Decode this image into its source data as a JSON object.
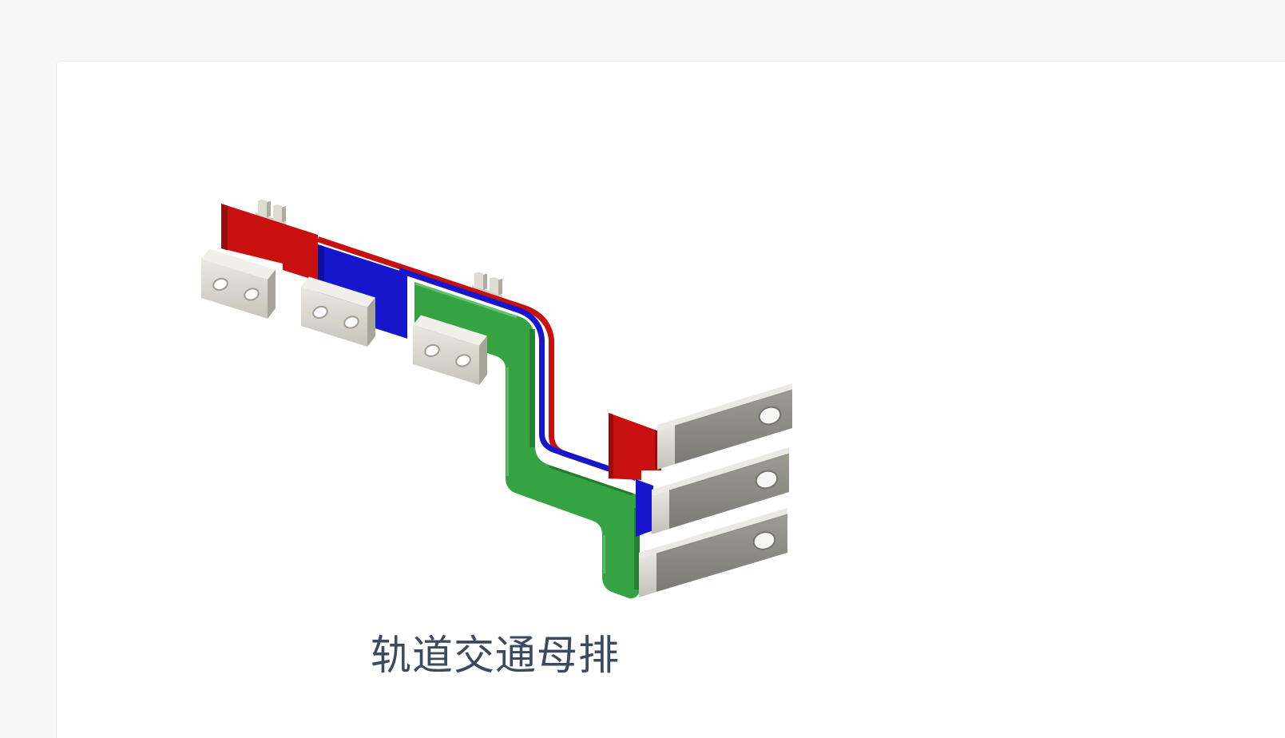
{
  "page": {
    "background_color": "#f7f7f8",
    "card_background": "#ffffff"
  },
  "product_card": {
    "caption": "轨道交通母排",
    "caption_style": "color:#3b4a5e",
    "image_description": "3D render of a rail-transit laminated busbar: red, blue and green insulated conductor layers with ivory mounting lugs and gray terminal blades",
    "colors": {
      "phase_red": "#c8100e",
      "phase_blue": "#1617cd",
      "phase_green": "#36a342",
      "terminal_gray": "#8b8b83",
      "lug_ivory": "#e0ddd5"
    }
  }
}
